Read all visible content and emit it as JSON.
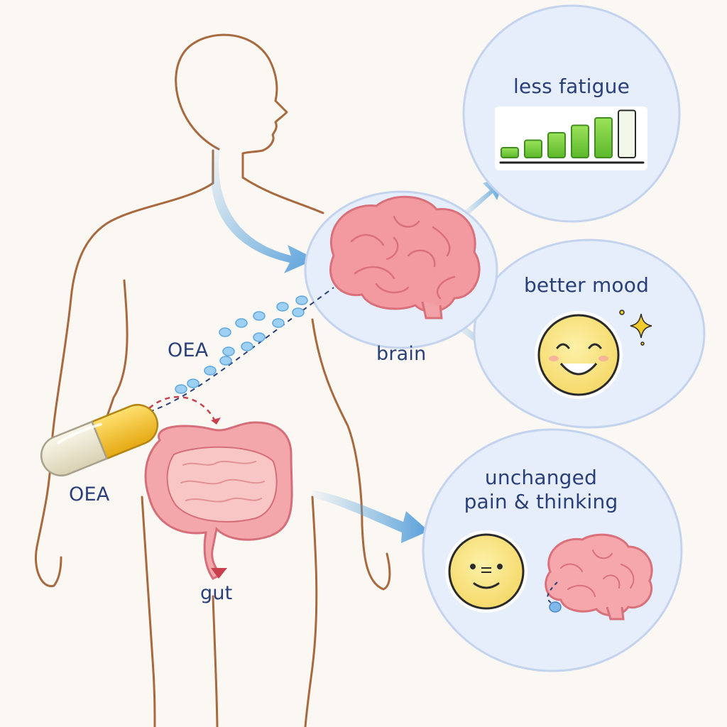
{
  "labels": {
    "oea_path": "OEA",
    "oea_capsule": "OEA",
    "brain": "brain",
    "gut": "gut"
  },
  "outcomes": [
    {
      "id": "fatigue",
      "text": "less fatigue",
      "icon": "bar-chart-icon"
    },
    {
      "id": "mood",
      "text": "better mood",
      "icon": "smiley-face-icon"
    },
    {
      "id": "unchanged",
      "text_line1": "unchanged",
      "text_line2": "pain & thinking",
      "icon": "neutral-face-and-brain-icon"
    }
  ],
  "fatigue_bars": [
    0.2,
    0.35,
    0.5,
    0.65,
    0.8,
    0.95
  ],
  "colors": {
    "background": "#fbf8f4",
    "body_outline": "#a8693e",
    "label_text": "#2a3f7a",
    "bubble_fill": "#e6eefb",
    "bubble_stroke": "#c4d3ee",
    "brain": "#f39aa0",
    "gut": "#f3a7ab",
    "capsule_yellow": "#f2c230",
    "capsule_cream": "#efe9d3",
    "arrow_blue": "#5ea8de",
    "bar_green": "#7dcf3f",
    "face_yellow": "#f9e48a"
  }
}
